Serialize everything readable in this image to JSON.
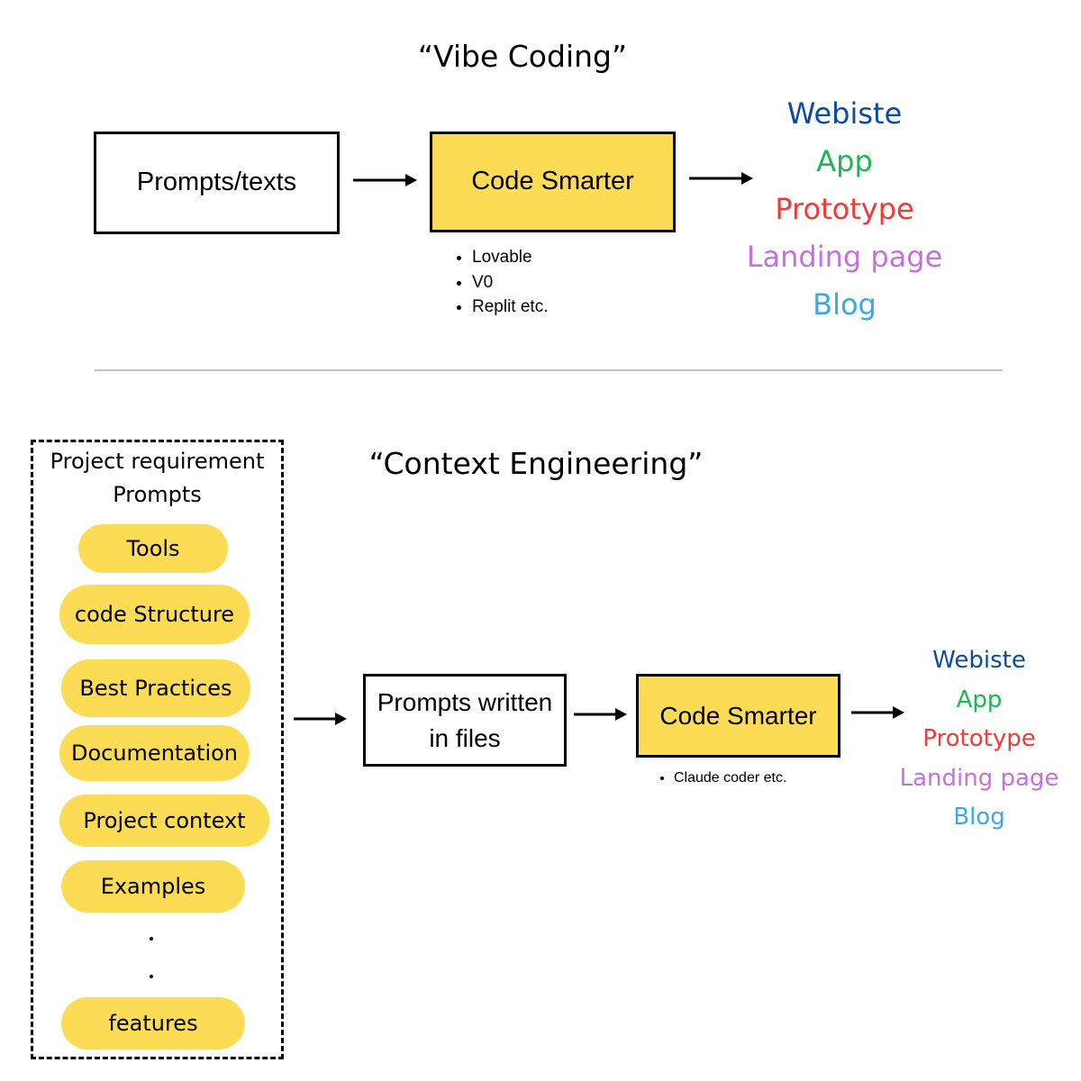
{
  "vibe": {
    "title": "“Vibe Coding”",
    "input_label": "Prompts/texts",
    "engine_label": "Code Smarter",
    "tools": [
      "Lovable",
      "V0",
      "Replit etc."
    ],
    "outputs": [
      {
        "label": "Webiste",
        "color": "#0c4aa6"
      },
      {
        "label": "App",
        "color": "#19b852"
      },
      {
        "label": "Prototype",
        "color": "#f23a36"
      },
      {
        "label": "Landing page",
        "color": "#c670e0"
      },
      {
        "label": "Blog",
        "color": "#3aa9ec"
      }
    ]
  },
  "context": {
    "title": "“Context Engineering”",
    "requirements_title": "Project requirement Prompts",
    "requirements": [
      "Tools",
      "code Structure",
      "Best Practices",
      "Documentation",
      "Project context",
      "Examples",
      "features"
    ],
    "input_label": "Prompts written in files",
    "engine_label": "Code Smarter",
    "tools": [
      "Claude coder etc."
    ],
    "outputs": [
      {
        "label": "Webiste",
        "color": "#0c4aa6"
      },
      {
        "label": "App",
        "color": "#19b852"
      },
      {
        "label": "Prototype",
        "color": "#f23a36"
      },
      {
        "label": "Landing page",
        "color": "#c670e0"
      },
      {
        "label": "Blog",
        "color": "#3aa9ec"
      }
    ]
  }
}
